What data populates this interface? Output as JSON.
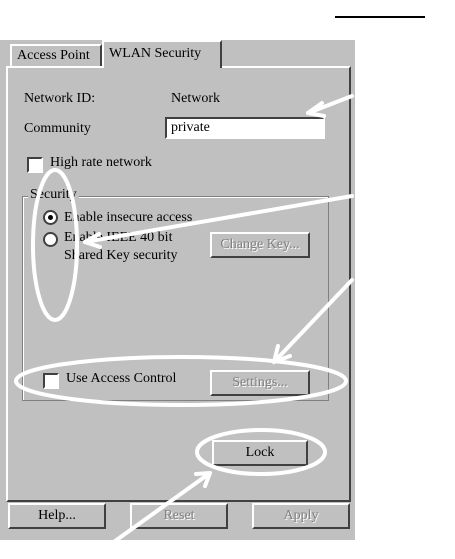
{
  "tabs": [
    {
      "label": "Access Point",
      "active": false
    },
    {
      "label": "WLAN Security",
      "active": true
    }
  ],
  "network": {
    "id_label": "Network ID:",
    "id_value": "Network",
    "community_label": "Community",
    "community_value": "private"
  },
  "high_rate": {
    "label": "High rate network",
    "checked": false
  },
  "security": {
    "legend": "Security",
    "option1": "Enable insecure access",
    "option2_line1": "Enable IEEE 40 bit",
    "option2_line2": "Shared Key security",
    "selected": 1,
    "change_key_label": "Change Key..."
  },
  "access_control": {
    "label": "Use Access Control",
    "checked": false,
    "settings_label": "Settings..."
  },
  "lock_label": "Lock",
  "footer": {
    "help": "Help...",
    "reset": "Reset",
    "apply": "Apply"
  },
  "colors": {
    "annotation": "#ffffff",
    "dialog": "#c0c0c0"
  }
}
